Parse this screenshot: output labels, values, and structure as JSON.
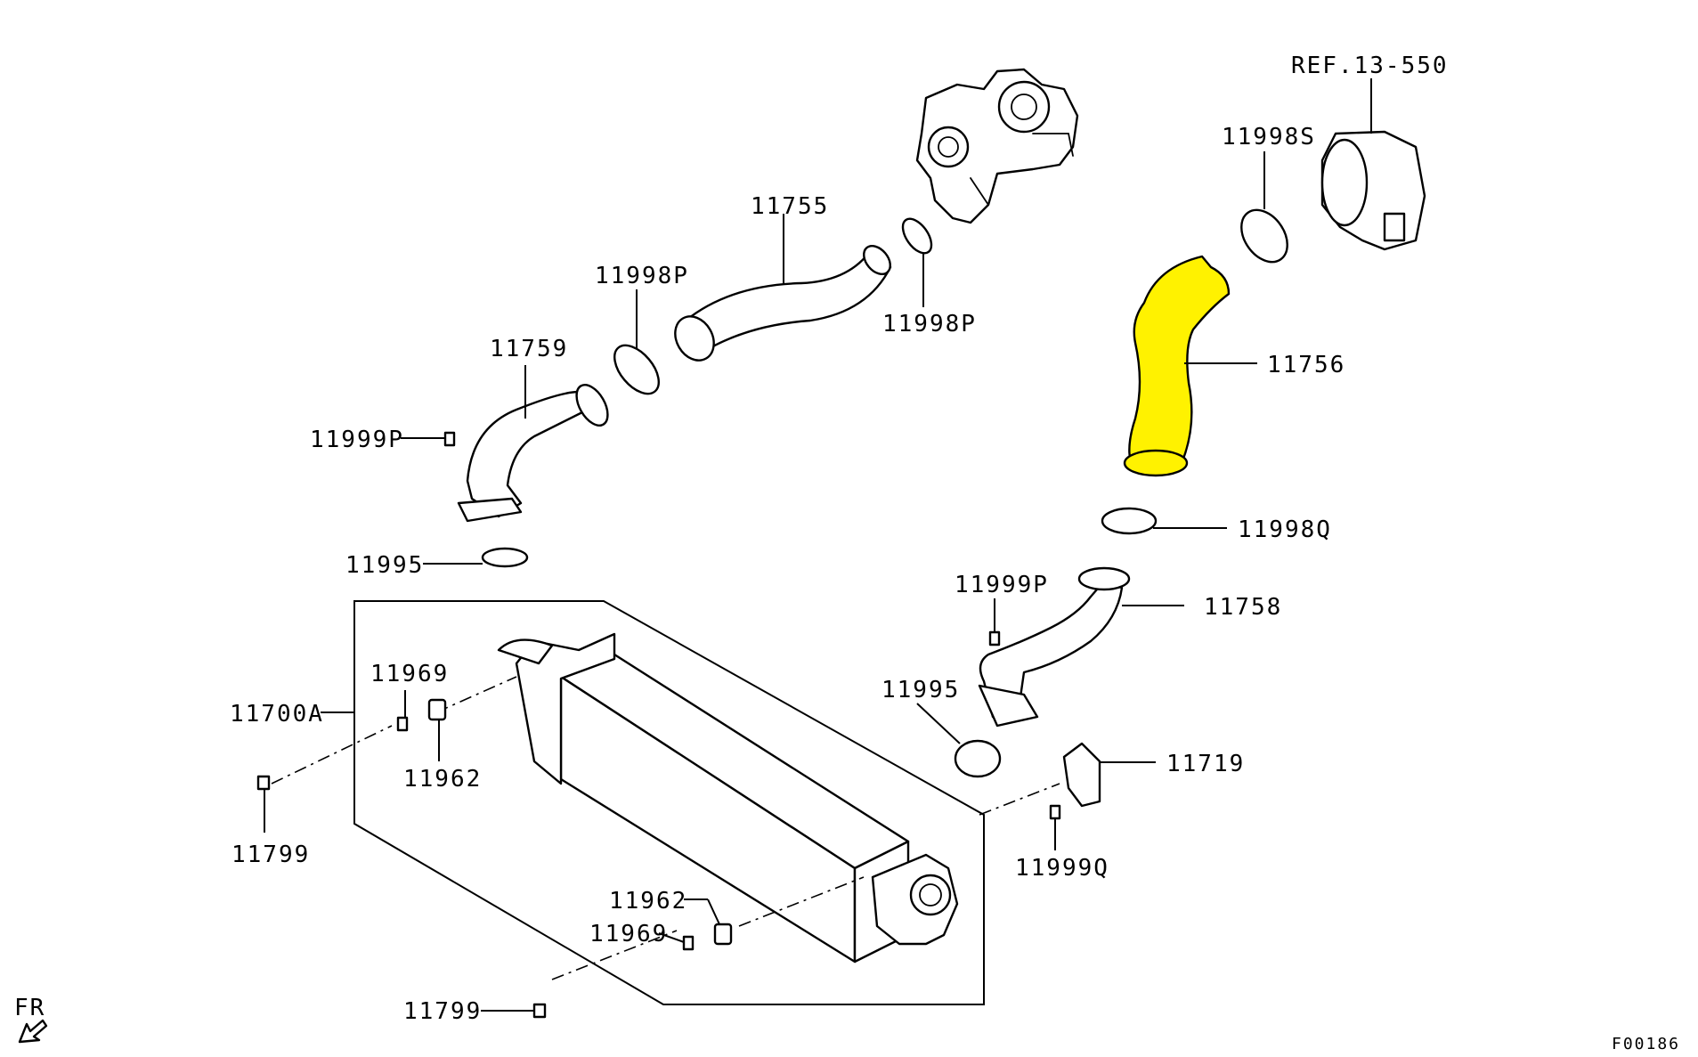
{
  "highlight_color": "#fff200",
  "labels": {
    "ref_13_550": "REF.13-550",
    "p11998S": "11998S",
    "p11755": "11755",
    "p11998P_a": "11998P",
    "p11998P_b": "11998P",
    "p11756": "11756",
    "p11759": "11759",
    "p11999P_a": "11999P",
    "p11995_a": "11995",
    "p11998Q": "11998Q",
    "p11999P_b": "11999P",
    "p11758": "11758",
    "p11995_b": "11995",
    "p11969_a": "11969",
    "p11700A": "11700A",
    "p11962_a": "11962",
    "p11799_a": "11799",
    "p11719": "11719",
    "p11999Q": "11999Q",
    "p11962_b": "11962",
    "p11969_b": "11969",
    "p11799_b": "11799",
    "fr": "FR",
    "figure_code": "F00186"
  }
}
